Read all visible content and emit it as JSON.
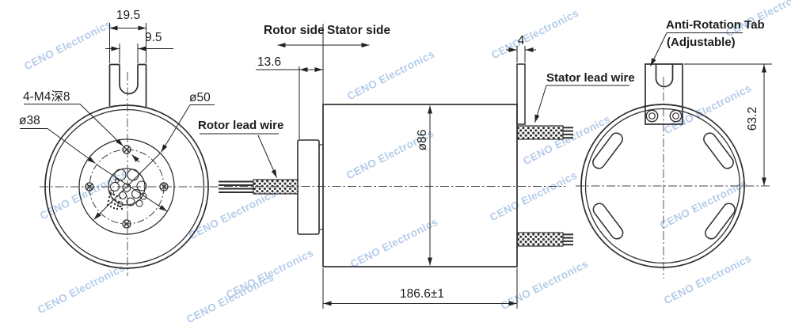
{
  "watermark_text": "CENO Electronics",
  "colors": {
    "line": "#2e2e2e",
    "dim_line": "#222222",
    "watermark": "#b5cce9"
  },
  "front_view": {
    "dim_fork_width": "19.5",
    "dim_fork_slot": "9.5",
    "thread_callout": "4-M4深8",
    "dim_bolt_circle": "ø38",
    "dim_ring_dia": "ø50"
  },
  "side_view": {
    "rotor_side_label": "Rotor side",
    "stator_side_label": "Stator side",
    "dim_flange_offset": "13.6",
    "rotor_lead_label": "Rotor lead wire",
    "stator_lead_label": "Stator lead wire",
    "dim_body_diameter": "ø86",
    "dim_total_length": "186.6±1",
    "dim_tab_thickness": "4"
  },
  "rear_view": {
    "tab_label_line1": "Anti-Rotation Tab",
    "tab_label_line2": "(Adjustable)",
    "dim_tab_to_center": "63.2"
  }
}
